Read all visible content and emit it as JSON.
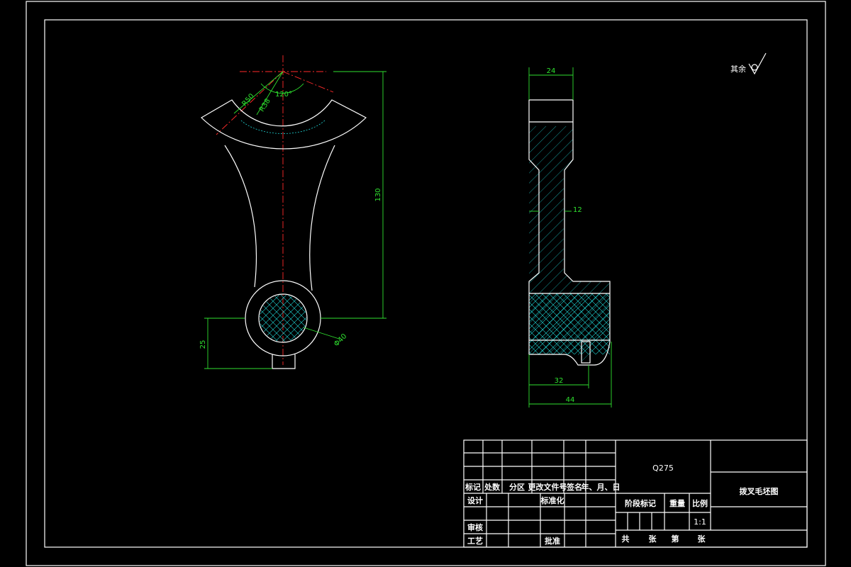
{
  "drawing": {
    "material": "Q275",
    "title": "拨叉毛坯图",
    "scale": "1:1",
    "surface_note": "其余",
    "dimensions": {
      "front_height": "130",
      "front_r50": "R50",
      "front_r38": "R38",
      "front_angle": "120°",
      "front_phi40": "Φ40",
      "front_25": "25",
      "side_24": "24",
      "side_12": "12",
      "side_32": "32",
      "side_44": "44"
    }
  },
  "title_block": {
    "header_row": [
      "标记",
      "处数",
      "分区",
      "更改文件号",
      "签名",
      "年、月、日"
    ],
    "design": "设计",
    "standardization": "标准化",
    "review": "审核",
    "process": "工艺",
    "approve": "批准",
    "stage_mark": "阶段标记",
    "weight": "重量",
    "scale_label": "比例",
    "total": "共",
    "sheets": "张",
    "page": "第",
    "sheet": "张"
  },
  "colors": {
    "background": "#000000",
    "outline": "#ffffff",
    "dimension": "#2fe02f",
    "centerline": "#ff2a2a",
    "hatch": "#20d8d8"
  }
}
